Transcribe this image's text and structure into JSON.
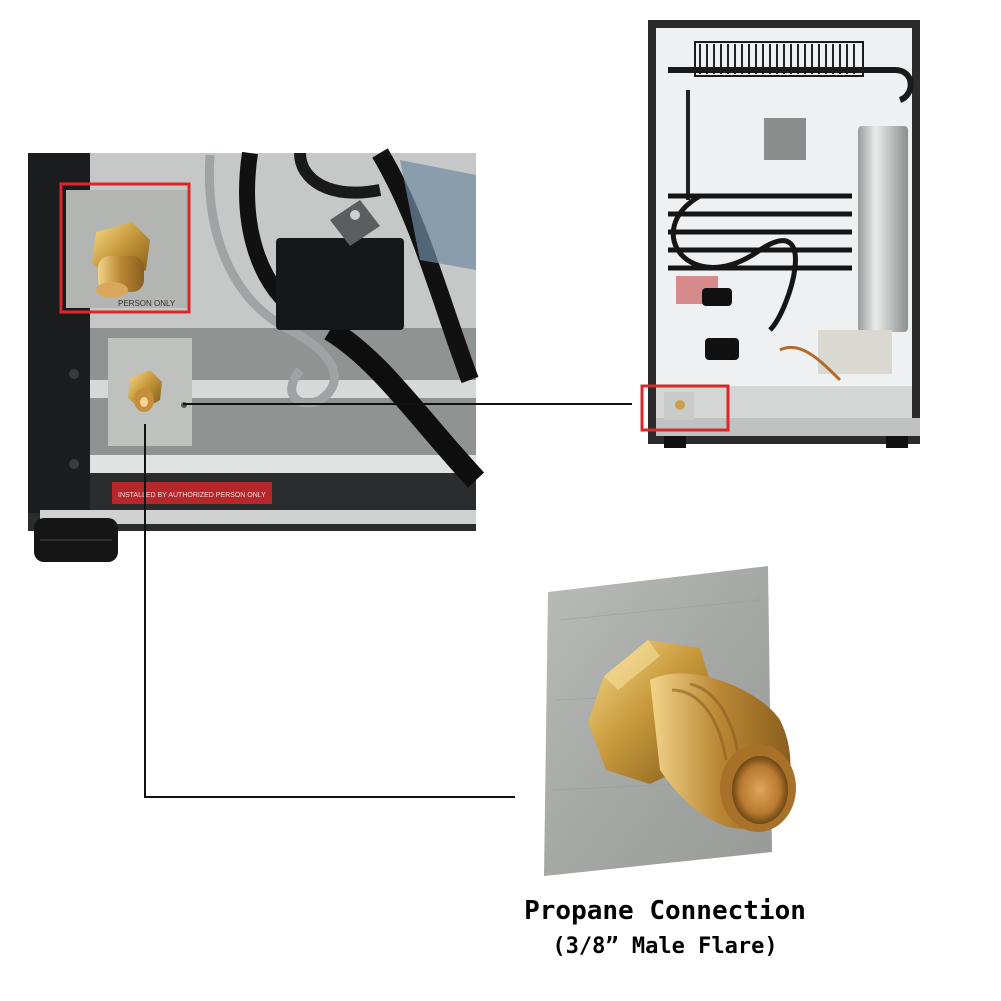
{
  "caption": {
    "title": "Propane Connection",
    "subtitle": "(3/8” Male Flare)"
  },
  "photo_labels": {
    "sticker_text_1": "PERSON ONLY",
    "sticker_text_2": "INSTALLED BY AUTHORIZED PERSON ONLY"
  },
  "colors": {
    "highlight": "#d8282a",
    "brass": "#c9a24a",
    "leader_line": "#111111",
    "sheet_metal": "#aeb1ae"
  }
}
